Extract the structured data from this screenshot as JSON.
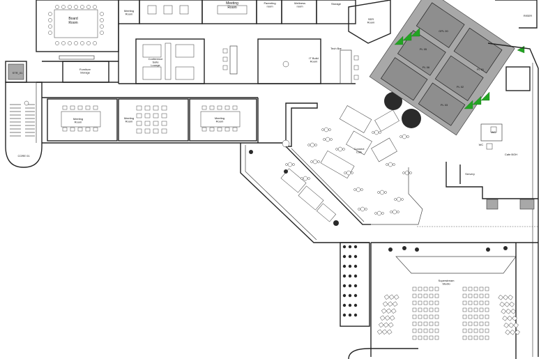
{
  "rooms": {
    "board_room": "Board\nRoom",
    "meeting_room_top1": "Meeting\nRoom",
    "meeting_room_top2": "Meeting\nRoom",
    "parenting_room": "Parenting\nroom",
    "wellness_room": "Wellness\nroom",
    "storage": "Storage",
    "ser_room": "SER\nRoom",
    "furniture_storage": "Furniture\nStorage",
    "conference_suite": "Conference\nSuite\nLounge",
    "it_build_room": "IT Build\nRoom",
    "tech_bar": "Tech Bar",
    "stair_label": "STR_01",
    "core_label": "CORE 01",
    "meeting_room_mid1": "Meeting\nRoom",
    "meeting_room_mid2": "Meeting\nRoom",
    "meeting_room_mid3": "Meeting\nRoom",
    "connect_cafe": "Connect\nCafe",
    "servery": "Servery",
    "cafe_boh": "Cafe BOH",
    "wc1": "WC",
    "wc2": "WC",
    "riser": "RISER",
    "superstream_studio": "Superstream\nStudio",
    "unit_a": "GPL 00",
    "unit_b": "PL 05",
    "unit_c": "PL 06",
    "unit_d": "PL 01",
    "unit_e": "PL 02",
    "unit_f": "PL 03"
  },
  "colors": {
    "wall": "#222222",
    "core_grey": "#a8a8a8",
    "planting_green": "#23a423",
    "background": "#ffffff"
  }
}
